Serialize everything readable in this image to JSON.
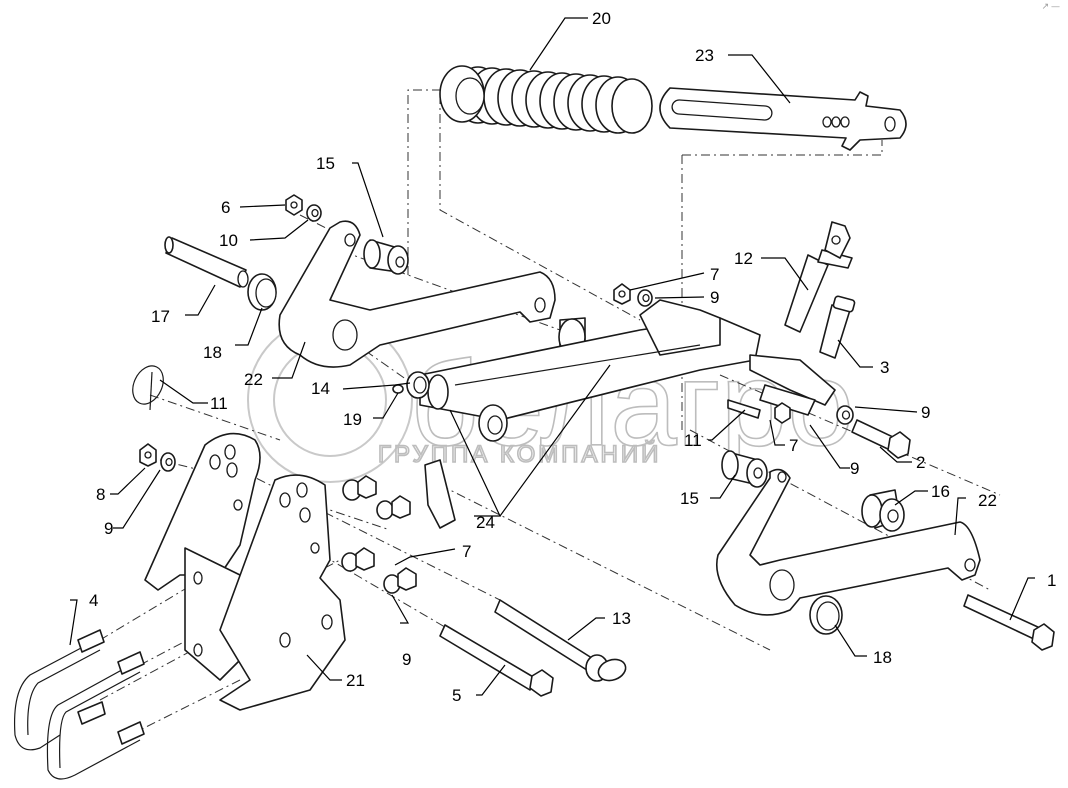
{
  "diagram": {
    "title": "",
    "watermark": {
      "brand": "белагро",
      "subtitle": "ГРУППА КОМПАНИЙ"
    },
    "corner_icon": "expand-icon",
    "callouts": [
      {
        "id": "c20",
        "label": "20",
        "part": "spring"
      },
      {
        "id": "c23",
        "label": "23",
        "part": "slotted-link"
      },
      {
        "id": "c15a",
        "label": "15",
        "part": "bushing"
      },
      {
        "id": "c6",
        "label": "6",
        "part": "nut"
      },
      {
        "id": "c10",
        "label": "10",
        "part": "washer"
      },
      {
        "id": "c17",
        "label": "17",
        "part": "pin"
      },
      {
        "id": "c18a",
        "label": "18",
        "part": "flanged-bushing"
      },
      {
        "id": "c22a",
        "label": "22",
        "part": "lever-arm"
      },
      {
        "id": "c14",
        "label": "14",
        "part": "sleeve"
      },
      {
        "id": "c19",
        "label": "19",
        "part": "grease-nipple"
      },
      {
        "id": "c11a",
        "label": "11",
        "part": "lynch-pin"
      },
      {
        "id": "c8",
        "label": "8",
        "part": "nut"
      },
      {
        "id": "c9a",
        "label": "9",
        "part": "washer"
      },
      {
        "id": "c4",
        "label": "4",
        "part": "u-bolt"
      },
      {
        "id": "c21",
        "label": "21",
        "part": "mounting-bracket"
      },
      {
        "id": "c5",
        "label": "5",
        "part": "bolt"
      },
      {
        "id": "c9b",
        "label": "9",
        "part": "washer"
      },
      {
        "id": "c7a",
        "label": "7",
        "part": "nut"
      },
      {
        "id": "c13",
        "label": "13",
        "part": "ring-pin"
      },
      {
        "id": "c24",
        "label": "24",
        "part": "frame-beam"
      },
      {
        "id": "c7b",
        "label": "7",
        "part": "nut"
      },
      {
        "id": "c9c",
        "label": "9",
        "part": "washer"
      },
      {
        "id": "c12",
        "label": "12",
        "part": "lock-pin"
      },
      {
        "id": "c3",
        "label": "3",
        "part": "pivot-pin"
      },
      {
        "id": "c9d",
        "label": "9",
        "part": "washer"
      },
      {
        "id": "c2",
        "label": "2",
        "part": "bolt"
      },
      {
        "id": "c11b",
        "label": "11",
        "part": "key"
      },
      {
        "id": "c7c",
        "label": "7",
        "part": "nut"
      },
      {
        "id": "c9e",
        "label": "9",
        "part": "washer"
      },
      {
        "id": "c15b",
        "label": "15",
        "part": "bushing"
      },
      {
        "id": "c16",
        "label": "16",
        "part": "bushing"
      },
      {
        "id": "c22b",
        "label": "22",
        "part": "lever-arm"
      },
      {
        "id": "c1",
        "label": "1",
        "part": "bolt"
      },
      {
        "id": "c18b",
        "label": "18",
        "part": "flanged-bushing"
      }
    ]
  }
}
